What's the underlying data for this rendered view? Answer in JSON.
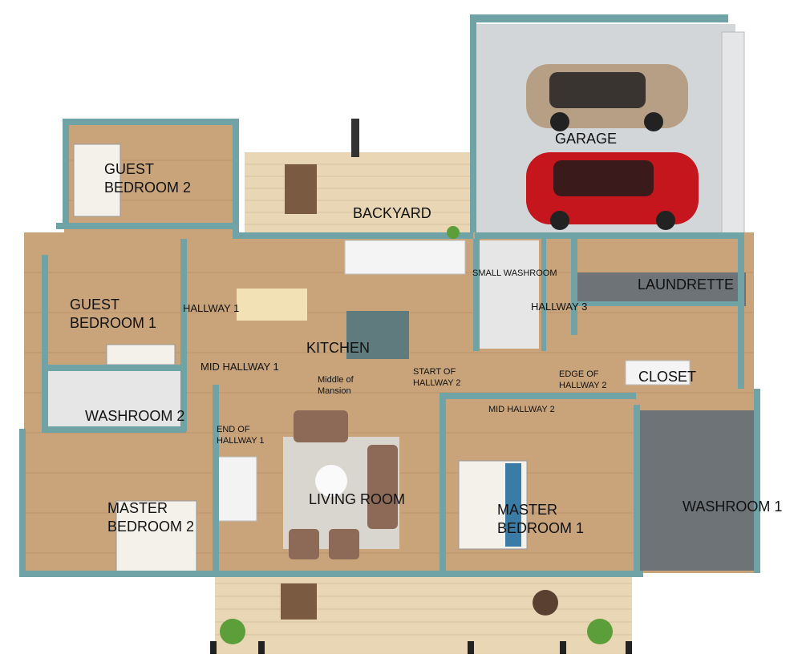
{
  "colors": {
    "wall": "#6fa3a6",
    "floor_wood": "#c9a47a",
    "deck": "#e8d6b4",
    "garage_floor": "#d3d6d9",
    "tile": "#6e7377",
    "car_red": "#c4161c",
    "car_beige": "#b79f86"
  },
  "rooms": {
    "garage": "GARAGE",
    "backyard": "BACKYARD",
    "guest_bedroom_2": "GUEST\nBEDROOM 2",
    "guest_bedroom_1": "GUEST\nBEDROOM 1",
    "kitchen": "KITCHEN",
    "laundrette": "LAUNDRETTE",
    "small_washroom": "SMALL WASHROOM",
    "closet": "CLOSET",
    "washroom_2": "WASHROOM 2",
    "washroom_1": "WASHROOM 1",
    "living_room": "LIVING ROOM",
    "master_bedroom_2": "MASTER\nBEDROOM 2",
    "master_bedroom_1": "MASTER\nBEDROOM 1"
  },
  "markers": {
    "hallway_1": "HALLWAY 1",
    "hallway_3": "HALLWAY 3",
    "mid_hallway_1": "MID HALLWAY 1",
    "middle_of_mansion": "Middle of\nMansion",
    "start_of_hallway_2": "START OF\nHALLWAY 2",
    "edge_of_hallway_2": "EDGE OF\nHALLWAY 2",
    "mid_hallway_2": "MID HALLWAY 2",
    "end_of_hallway_1": "END OF\nHALLWAY 1"
  }
}
